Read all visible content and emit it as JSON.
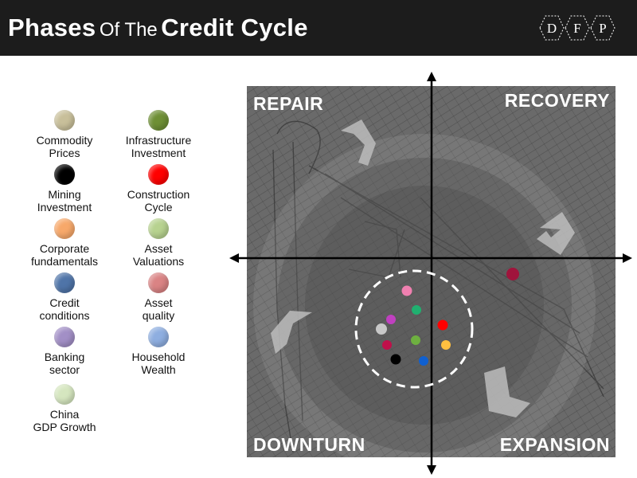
{
  "header": {
    "title_word1": "Phases",
    "title_word2": "Of The",
    "title_word3": "Credit Cycle",
    "logo_letters": [
      "D",
      "F",
      "P"
    ]
  },
  "legend": [
    {
      "line1": "Commodity",
      "line2": "Prices",
      "color": "#c8bf9a"
    },
    {
      "line1": "Infrastructure",
      "line2": "Investment",
      "color": "#6e8f35"
    },
    {
      "line1": "Mining",
      "line2": "Investment",
      "color": "#000000"
    },
    {
      "line1": "Construction",
      "line2": "Cycle",
      "color": "#ff0000"
    },
    {
      "line1": "Corporate",
      "line2": "fundamentals",
      "color": "#f7a86a"
    },
    {
      "line1": "Asset",
      "line2": "Valuations",
      "color": "#b7d28f"
    },
    {
      "line1": "Credit",
      "line2": "conditions",
      "color": "#4f74a8"
    },
    {
      "line1": "Asset",
      "line2": "quality",
      "color": "#da8384"
    },
    {
      "line1": "Banking",
      "line2": "sector",
      "color": "#a28fc6"
    },
    {
      "line1": "Household",
      "line2": "Wealth",
      "color": "#8eaee0"
    },
    {
      "line1": "China",
      "line2": "GDP Growth",
      "color": "#d5e6bf"
    }
  ],
  "quadrants": {
    "top_left": "REPAIR",
    "top_right": "RECOVERY",
    "bottom_left": "DOWNTURN",
    "bottom_right": "EXPANSION"
  },
  "markers": {
    "outlier_color": "#a0143c",
    "cluster_colors": [
      "#f080b0",
      "#20b070",
      "#c040c0",
      "#ff0000",
      "#c8c8c8",
      "#6eb040",
      "#ffc040",
      "#c0104a",
      "#000000",
      "#1060d0"
    ]
  }
}
